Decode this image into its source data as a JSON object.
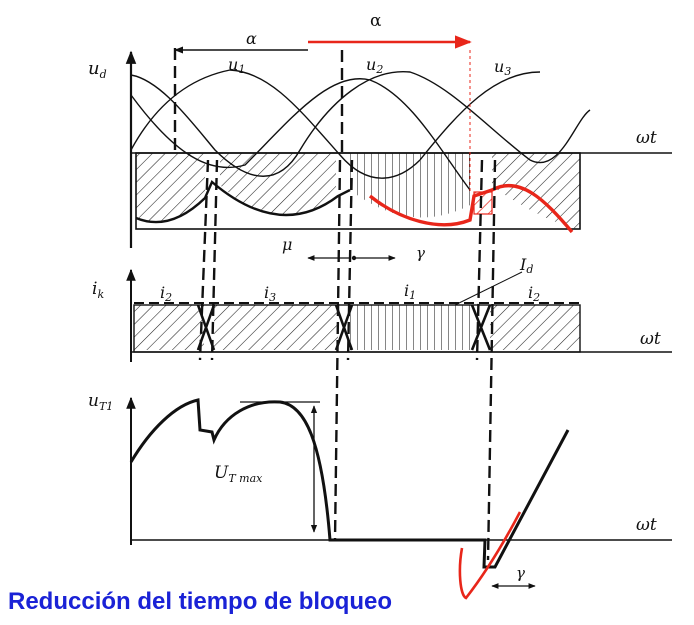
{
  "diagram": {
    "top": {
      "axis_y": "u",
      "axis_y_sub": "d",
      "axis_x": "ωt",
      "delay_label": "α",
      "delay_label_red": "α",
      "phase_labels": [
        {
          "base": "u",
          "sub": "1"
        },
        {
          "base": "u",
          "sub": "2"
        },
        {
          "base": "u",
          "sub": "3"
        }
      ],
      "mu_label": "μ",
      "gamma_label": "γ"
    },
    "middle": {
      "axis_y": "i",
      "axis_y_sub": "k",
      "axis_x": "ωt",
      "id_label": "I",
      "id_sub": "d",
      "current_labels": [
        {
          "base": "i",
          "sub": "2"
        },
        {
          "base": "i",
          "sub": "3"
        },
        {
          "base": "i",
          "sub": "1"
        },
        {
          "base": "i",
          "sub": "2"
        }
      ]
    },
    "bottom": {
      "axis_y": "u",
      "axis_y_sub": "T1",
      "axis_x": "ωt",
      "umax_label": "U",
      "umax_sub": "T max",
      "gamma_label": "γ"
    },
    "colors": {
      "ink": "#111111",
      "highlight": "#e8261a",
      "caption": "#1a22d6"
    }
  },
  "caption": "Reducción del tiempo de bloqueo"
}
